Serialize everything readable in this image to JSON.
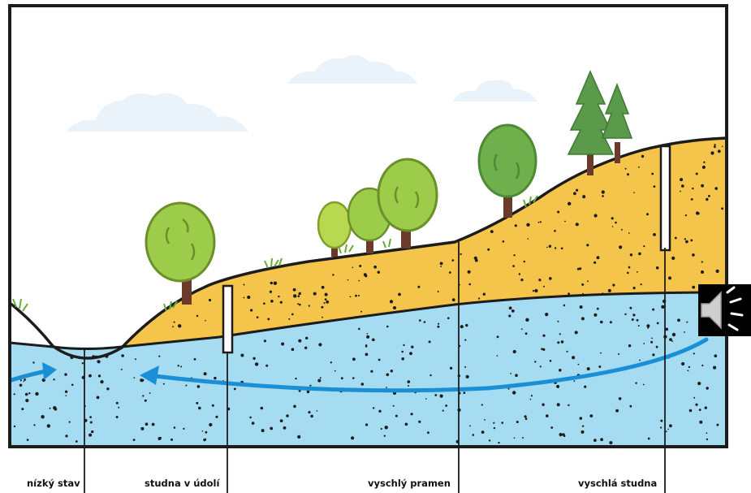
{
  "labels": {
    "low_level": "nízký stav",
    "valley_well": "studna v údolí",
    "dry_spring": "vyschlý pramen",
    "dry_well": "vyschlá studna"
  },
  "icons": {
    "audio": "speaker-volume-icon"
  },
  "colors": {
    "sky": "#ffffff",
    "cloud": "#e9f3f9",
    "soil": "#f5c44b",
    "groundwater": "#a6dcf1",
    "water_flow": "#1b8fd6",
    "outline": "#1c1c1c",
    "tree_leaf_light": "#9ccc4a",
    "tree_leaf_dark": "#6fb04d",
    "tree_trunk": "#6b3a2a",
    "conifer": "#5a9a4a",
    "audio_bg": "#000000"
  }
}
